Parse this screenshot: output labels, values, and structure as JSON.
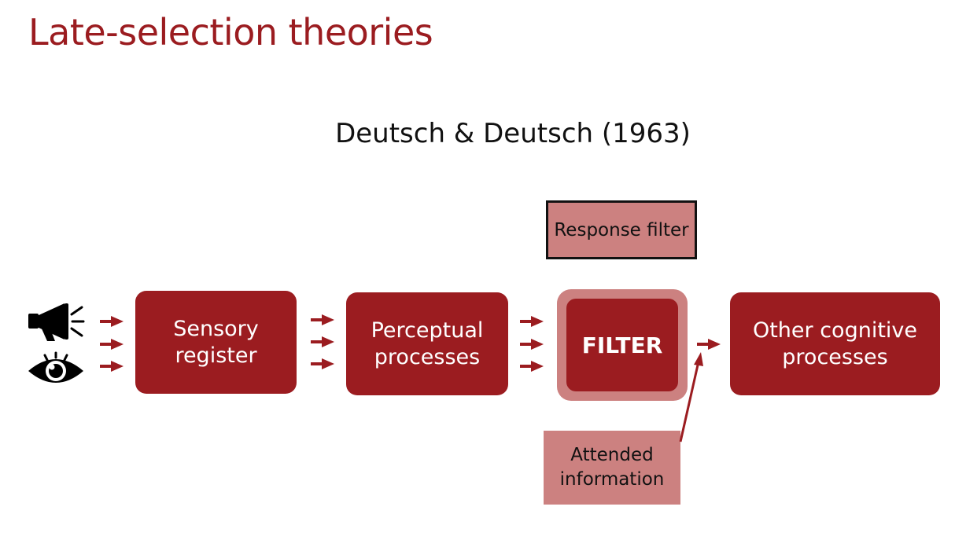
{
  "slide": {
    "title": "Late-selection theories",
    "subtitle": "Deutsch & Deutsch (1963)"
  },
  "diagram": {
    "sensory_register": "Sensory register",
    "perceptual_processes": "Perceptual processes",
    "filter": "FILTER",
    "other_cognitive": "Other cognitive processes",
    "response_filter": "Response filter",
    "attended_information": "Attended information"
  },
  "icons": {
    "input_1": "megaphone-icon",
    "input_2": "eye-icon",
    "connector": "arrow-right-icon"
  },
  "colors": {
    "accent": "#9b1c20",
    "light_accent": "#cc8180",
    "text_dark": "#111111",
    "background": "#ffffff"
  }
}
